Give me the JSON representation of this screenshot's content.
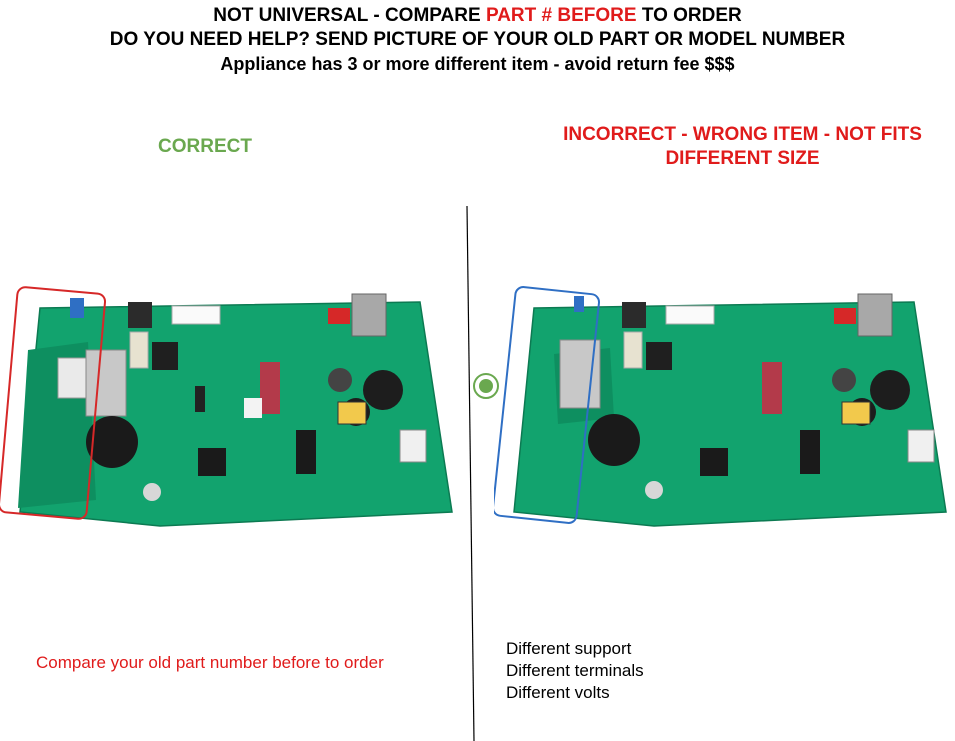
{
  "header": {
    "line1_prefix": "NOT UNIVERSAL - COMPARE ",
    "line1_highlight": "PART # BEFORE",
    "line1_suffix": " TO ORDER",
    "line2": "DO YOU NEED HELP? SEND PICTURE OF YOUR OLD PART OR MODEL NUMBER",
    "line3": "Appliance  has 3 or more different item - avoid return fee $$$"
  },
  "left_panel": {
    "label": "CORRECT",
    "note": "Compare your old part number before to order",
    "highlight_color": "#d62828"
  },
  "right_panel": {
    "label_line1": "INCORRECT - WRONG ITEM - NOT FITS",
    "label_line2": "DIFFERENT SIZE",
    "highlight_color": "#2f6fc4",
    "differences": [
      "Different support",
      "Different terminals",
      "Different volts"
    ]
  },
  "colors": {
    "correct": "#6aa84f",
    "warning": "#e01b1b",
    "board": "#12a36e"
  }
}
